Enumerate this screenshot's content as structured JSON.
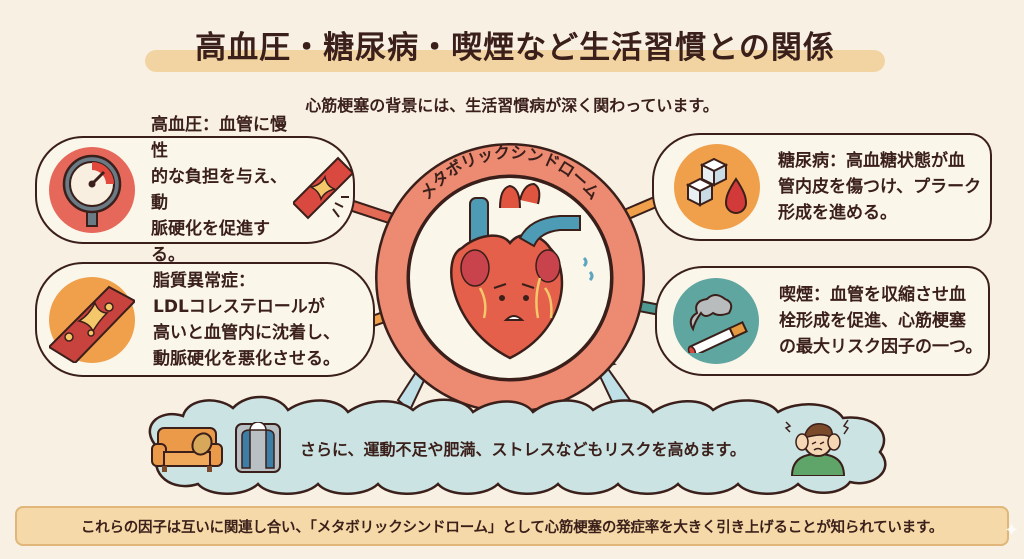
{
  "header": {
    "title": "高血圧・糖尿病・喫煙など生活習慣との関係",
    "subtitle": "心筋梗塞の背景には、生活習慣病が深く関わっています。"
  },
  "center": {
    "ring_label": "メタボリックシンドローム",
    "illustration": "worried-heart"
  },
  "factors": [
    {
      "name": "高血圧",
      "text": "高血圧：血管に慢性\n的な負担を与え、動\n脈硬化を促進する。",
      "icon": "pressure-gauge-icon",
      "side_icon": "narrowed-artery-icon",
      "color": "#e6685a",
      "arrow_color": "#e36a55"
    },
    {
      "name": "糖尿病",
      "text": "糖尿病：高血糖状態が血\n管内皮を傷つけ、プラーク\n形成を進める。",
      "icon": "sugar-cubes-blood-drop-icon",
      "color": "#f0a04b",
      "arrow_color": "#f0a04b"
    },
    {
      "name": "脂質異常症",
      "text": "脂質異常症：\nLDLコレステロールが\n高いと血管内に沈着し、\n動脈硬化を悪化させる。",
      "icon": "plaque-artery-icon",
      "color": "#f0a04b",
      "arrow_color": "#f0a04b"
    },
    {
      "name": "喫煙",
      "text": "喫煙：血管を収縮させ血\n栓形成を促進、心筋梗塞\nの最大リスク因子の一つ。",
      "icon": "cigarette-smoke-icon",
      "color": "#5fa5a0",
      "arrow_color": "#4e9a92"
    }
  ],
  "cloud": {
    "text": "さらに、運動不足や肥満、ストレスなどもリスクを高めます。",
    "icons": [
      "couch-potato-icon",
      "weight-scale-icon",
      "stressed-person-icon"
    ],
    "color": "#cbe3e3"
  },
  "footer": {
    "text": "これらの因子は互いに関連し合い、「メタボリックシンドローム」として心筋梗塞の発症率を大きく引き上げることが知られています。"
  },
  "colors": {
    "background": "#f8f1e3",
    "ink": "#3a1f1a",
    "ring": "#ec8a72",
    "title_highlight": "#f1cf97",
    "banner": "#f5d9a8"
  }
}
